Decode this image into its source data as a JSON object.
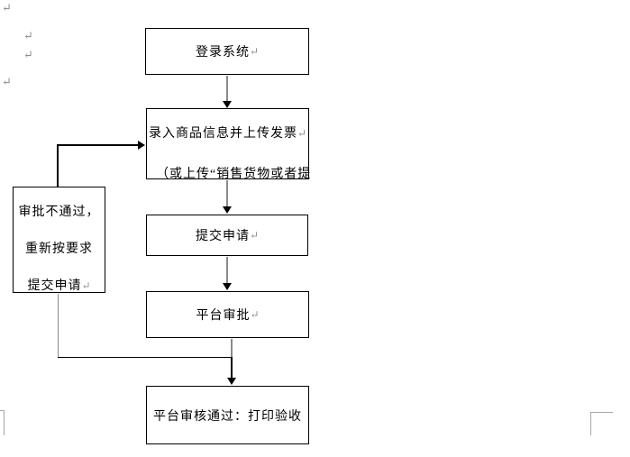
{
  "document": {
    "paragraph_mark": "↵",
    "colors": {
      "box_border": "#000000",
      "connector_gray": "#8a8a8a",
      "connector_black": "#000000",
      "formatting_mark_gray": "#8f8f8f",
      "text_boundary_gray": "#a6a6a6"
    }
  },
  "flowchart": {
    "box_login": {
      "label": "登录系统"
    },
    "box_entry": {
      "line1": "录入商品信息并上传发票",
      "line2": "（或上传“销售货物或者提"
    },
    "box_submit": {
      "label": "提交申请"
    },
    "box_review": {
      "label": "平台审批"
    },
    "box_result": {
      "label": "平台审核通过：打印验收"
    },
    "box_reject": {
      "line1": "审批不通过，",
      "line2": "重新按要求",
      "line3": "提交申请"
    }
  }
}
